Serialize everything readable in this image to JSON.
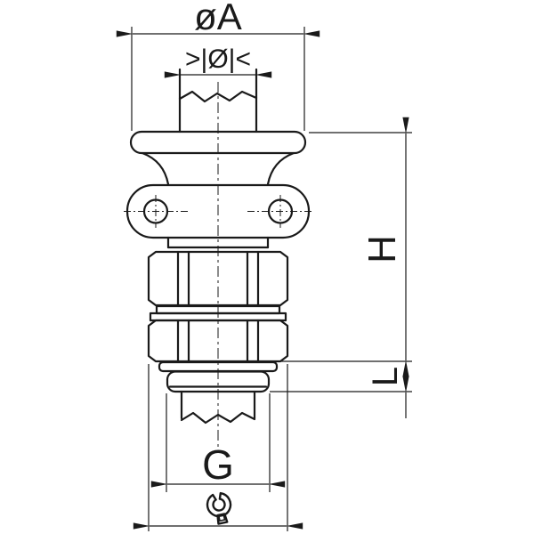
{
  "drawing": {
    "title": "cable-gland-dimension-drawing",
    "labels": {
      "outer_diameter": "øA",
      "cable_range": ">|Ø|<",
      "height": "H",
      "thread_length": "L",
      "thread_size": "G"
    },
    "icons": {
      "wrench": "open-end-wrench-icon"
    },
    "colors": {
      "background": "#ffffff",
      "line": "#1a1a1a"
    }
  }
}
